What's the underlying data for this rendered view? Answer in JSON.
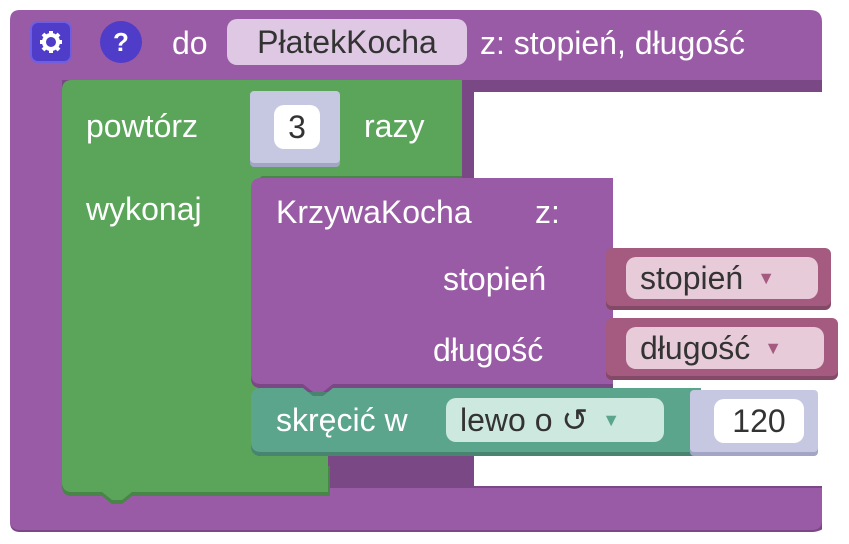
{
  "procedure": {
    "keyword": "do",
    "name": "PłatekKocha",
    "params_text": "z: stopień, długość",
    "colors": {
      "block": "#995ba5",
      "shadow": "#7a4985",
      "name_field_bg": "#dfc8e3",
      "icon_bg": "#4f3cc8"
    },
    "icons": [
      "gear-icon",
      "help-icon"
    ]
  },
  "repeat": {
    "label_before": "powtórz",
    "count": "3",
    "label_after": "razy",
    "do_label": "wykonaj",
    "colors": {
      "block": "#5ba55b",
      "shadow": "#498449"
    }
  },
  "call": {
    "name": "KrzywaKocha",
    "with_label": "z:",
    "args": [
      {
        "label": "stopień",
        "value": "stopień"
      },
      {
        "label": "długość",
        "value": "długość"
      }
    ],
    "colors": {
      "variable_block": "#a55b80",
      "variable_field_bg": "#e8cbd9"
    }
  },
  "turn": {
    "label": "skręcić w",
    "direction": "lewo o ↺",
    "degrees": "120",
    "colors": {
      "block": "#5ba58c",
      "field_bg": "#cde8de",
      "number_block": "#c5c8e0"
    }
  },
  "dropdown_arrow": "▼"
}
